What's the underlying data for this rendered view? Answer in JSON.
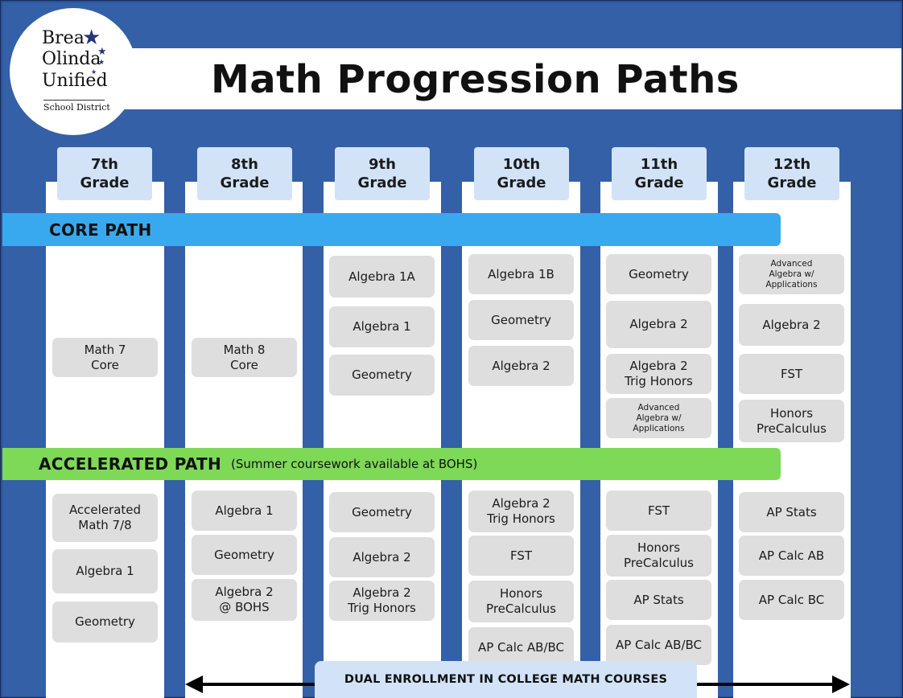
{
  "title": "Math Progression Paths",
  "logo": {
    "line1": "Brea",
    "line2": "Olinda",
    "line3": "Unified",
    "line4": "School District"
  },
  "grades": [
    {
      "line1": "7th",
      "line2": "Grade"
    },
    {
      "line1": "8th",
      "line2": "Grade"
    },
    {
      "line1": "9th",
      "line2": "Grade"
    },
    {
      "line1": "10th",
      "line2": "Grade"
    },
    {
      "line1": "11th",
      "line2": "Grade"
    },
    {
      "line1": "12th",
      "line2": "Grade"
    }
  ],
  "core_path": {
    "label": "CORE PATH",
    "courses": [
      [
        "Math 7\nCore"
      ],
      [
        "Math 8\nCore"
      ],
      [
        "Algebra 1A",
        "Algebra 1",
        "Geometry"
      ],
      [
        "Algebra 1B",
        "Geometry",
        "Algebra 2"
      ],
      [
        "Geometry",
        "Algebra 2",
        "Algebra 2\nTrig Honors",
        "Advanced\nAlgebra w/\nApplications"
      ],
      [
        "Advanced\nAlgebra w/\nApplications",
        "Algebra 2",
        "FST",
        "Honors\nPreCalculus"
      ]
    ]
  },
  "accelerated_path": {
    "label": "ACCELERATED PATH",
    "note": "(Summer coursework available at BOHS)",
    "courses": [
      [
        "Accelerated\nMath 7/8",
        "Algebra 1",
        "Geometry"
      ],
      [
        "Algebra 1",
        "Geometry",
        "Algebra 2\n@ BOHS"
      ],
      [
        "Geometry",
        "Algebra 2",
        "Algebra 2\nTrig Honors"
      ],
      [
        "Algebra 2\nTrig Honors",
        "FST",
        "Honors\nPreCalculus",
        "AP Calc AB/BC"
      ],
      [
        "FST",
        "Honors\nPreCalculus",
        "AP Stats",
        "AP Calc AB/BC"
      ],
      [
        "AP Stats",
        "AP Calc AB",
        "AP Calc BC"
      ]
    ]
  },
  "dual_enrollment": "DUAL ENROLLMENT IN COLLEGE MATH COURSES",
  "colors": {
    "background": "#3360a6",
    "core_bar": "#39a9ef",
    "accelerated_bar": "#7ed956",
    "grade_tab": "#d2e3f8",
    "course_box": "#dedede"
  }
}
